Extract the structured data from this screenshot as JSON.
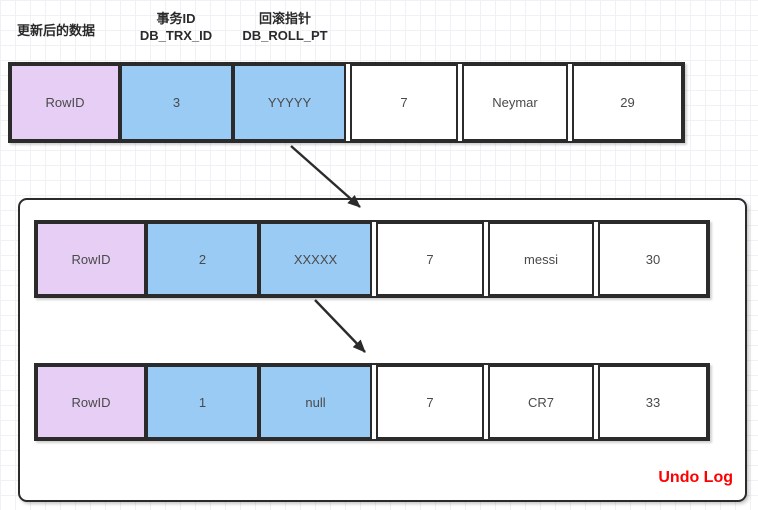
{
  "annotations": {
    "updated_data_label": "更新后的数据",
    "trx_id_label": {
      "line1": "事务ID",
      "line2": "DB_TRX_ID"
    },
    "roll_ptr_label": {
      "line1": "回滚指针",
      "line2": "DB_ROLL_PT"
    },
    "undo_log_label": "Undo Log"
  },
  "rows": {
    "current": {
      "cells": [
        "RowID",
        "3",
        "YYYYY",
        "7",
        "Neymar",
        "29"
      ]
    },
    "undo1": {
      "cells": [
        "RowID",
        "2",
        "XXXXX",
        "7",
        "messi",
        "30"
      ]
    },
    "undo2": {
      "cells": [
        "RowID",
        "1",
        "null",
        "7",
        "CR7",
        "33"
      ]
    }
  },
  "colors": {
    "rowid_fill": "#E6CEF5",
    "hidden_column_fill": "#9ACBF5",
    "data_column_fill": "#FFFFFF",
    "border": "#2B2B2B",
    "cell_text": "#4A4A4A",
    "label_text": "#2A2A2A",
    "undo_log_text": "#FF0000"
  }
}
